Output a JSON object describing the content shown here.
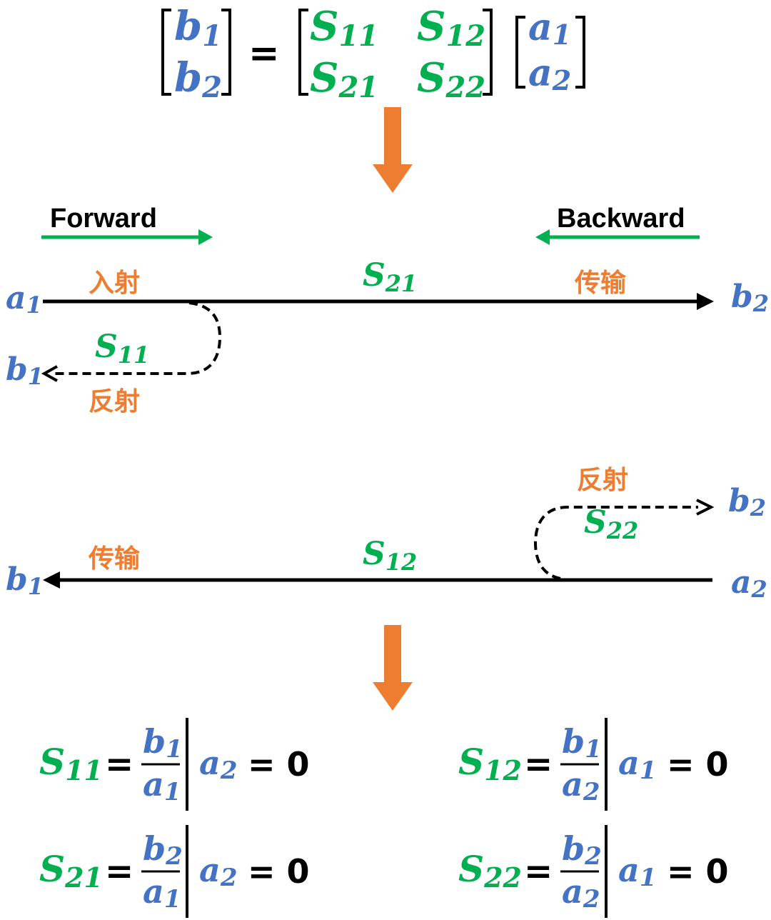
{
  "matrix": {
    "b1": [
      "b",
      "1"
    ],
    "b2": [
      "b",
      "2"
    ],
    "s11": [
      "S",
      "11"
    ],
    "s12": [
      "S",
      "12"
    ],
    "s21": [
      "S",
      "21"
    ],
    "s22": [
      "S",
      "22"
    ],
    "a1": [
      "a",
      "1"
    ],
    "a2": [
      "a",
      "2"
    ],
    "equals": "="
  },
  "directions": {
    "forward": "Forward",
    "backward": "Backward"
  },
  "forward_path": {
    "input": [
      "a",
      "1"
    ],
    "output": [
      "b",
      "2"
    ],
    "reflected": [
      "b",
      "1"
    ],
    "transmission_param": [
      "S",
      "21"
    ],
    "reflection_param": [
      "S",
      "11"
    ],
    "incident_label": "入射",
    "transmission_label": "传输",
    "reflection_label": "反射"
  },
  "backward_path": {
    "input": [
      "a",
      "2"
    ],
    "output": [
      "b",
      "1"
    ],
    "reflected": [
      "b",
      "2"
    ],
    "transmission_param": [
      "S",
      "12"
    ],
    "reflection_param": [
      "S",
      "22"
    ],
    "transmission_label": "传输",
    "reflection_label": "反射"
  },
  "definitions": [
    {
      "param": [
        "S",
        "11"
      ],
      "num": [
        "b",
        "1"
      ],
      "den": [
        "a",
        "1"
      ],
      "cond": [
        "a",
        "2"
      ],
      "eq": "=",
      "zero": "= 0"
    },
    {
      "param": [
        "S",
        "12"
      ],
      "num": [
        "b",
        "1"
      ],
      "den": [
        "a",
        "2"
      ],
      "cond": [
        "a",
        "1"
      ],
      "eq": "=",
      "zero": "= 0"
    },
    {
      "param": [
        "S",
        "21"
      ],
      "num": [
        "b",
        "2"
      ],
      "den": [
        "a",
        "1"
      ],
      "cond": [
        "a",
        "2"
      ],
      "eq": "=",
      "zero": "= 0"
    },
    {
      "param": [
        "S",
        "22"
      ],
      "num": [
        "b",
        "2"
      ],
      "den": [
        "a",
        "2"
      ],
      "cond": [
        "a",
        "1"
      ],
      "eq": "=",
      "zero": "= 0"
    }
  ],
  "colors": {
    "variable": "#4472C4",
    "parameter": "#00B050",
    "accent": "#ED7D31"
  }
}
